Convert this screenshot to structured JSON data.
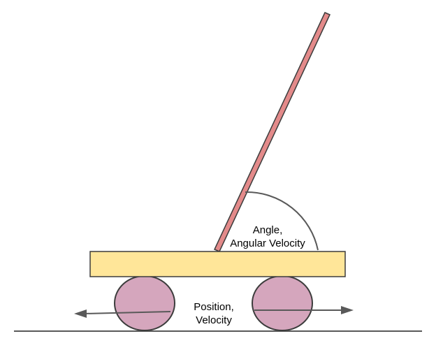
{
  "labels": {
    "angle_line1": "Angle,",
    "angle_line2": "Angular Velocity",
    "position_line1": "Position,",
    "position_line2": "Velocity"
  },
  "colors": {
    "pole_fill": "#e38a8a",
    "cart_fill": "#ffe699",
    "wheel_fill": "#d5a6bd",
    "outline": "#3c3c3c",
    "ground": "#595959",
    "arrow": "#595959",
    "angle_arc": "#595959"
  }
}
